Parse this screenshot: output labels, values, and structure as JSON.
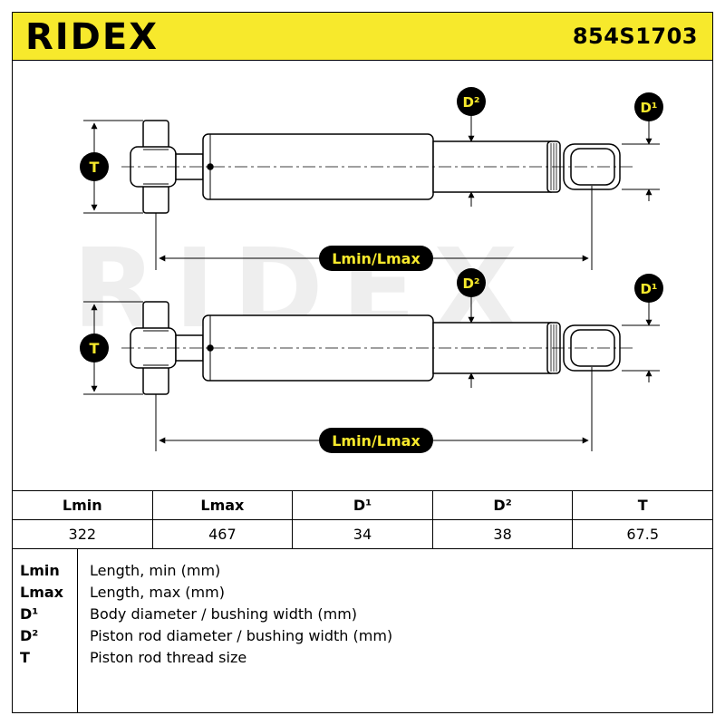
{
  "header": {
    "brand": "RIDEX",
    "part_number": "854S1703"
  },
  "diagram": {
    "labels": {
      "t": "T",
      "d1": "D¹",
      "d2": "D²",
      "length": "Lmin/Lmax"
    },
    "watermark": "RIDEX",
    "colors": {
      "header_bg": "#f7e92c",
      "badge_bg": "#f7e92c",
      "badge_text": "#000000",
      "watermark": "#eeeeee"
    }
  },
  "table": {
    "headers": [
      "Lmin",
      "Lmax",
      "D¹",
      "D²",
      "T"
    ],
    "values": [
      "322",
      "467",
      "34",
      "38",
      "67.5"
    ]
  },
  "legend": [
    {
      "key": "Lmin",
      "desc": "Length, min (mm)"
    },
    {
      "key": "Lmax",
      "desc": "Length, max (mm)"
    },
    {
      "key": "D¹",
      "desc": "Body diameter / bushing width (mm)"
    },
    {
      "key": "D²",
      "desc": "Piston rod diameter / bushing width (mm)"
    },
    {
      "key": "T",
      "desc": "Piston rod thread size"
    }
  ]
}
